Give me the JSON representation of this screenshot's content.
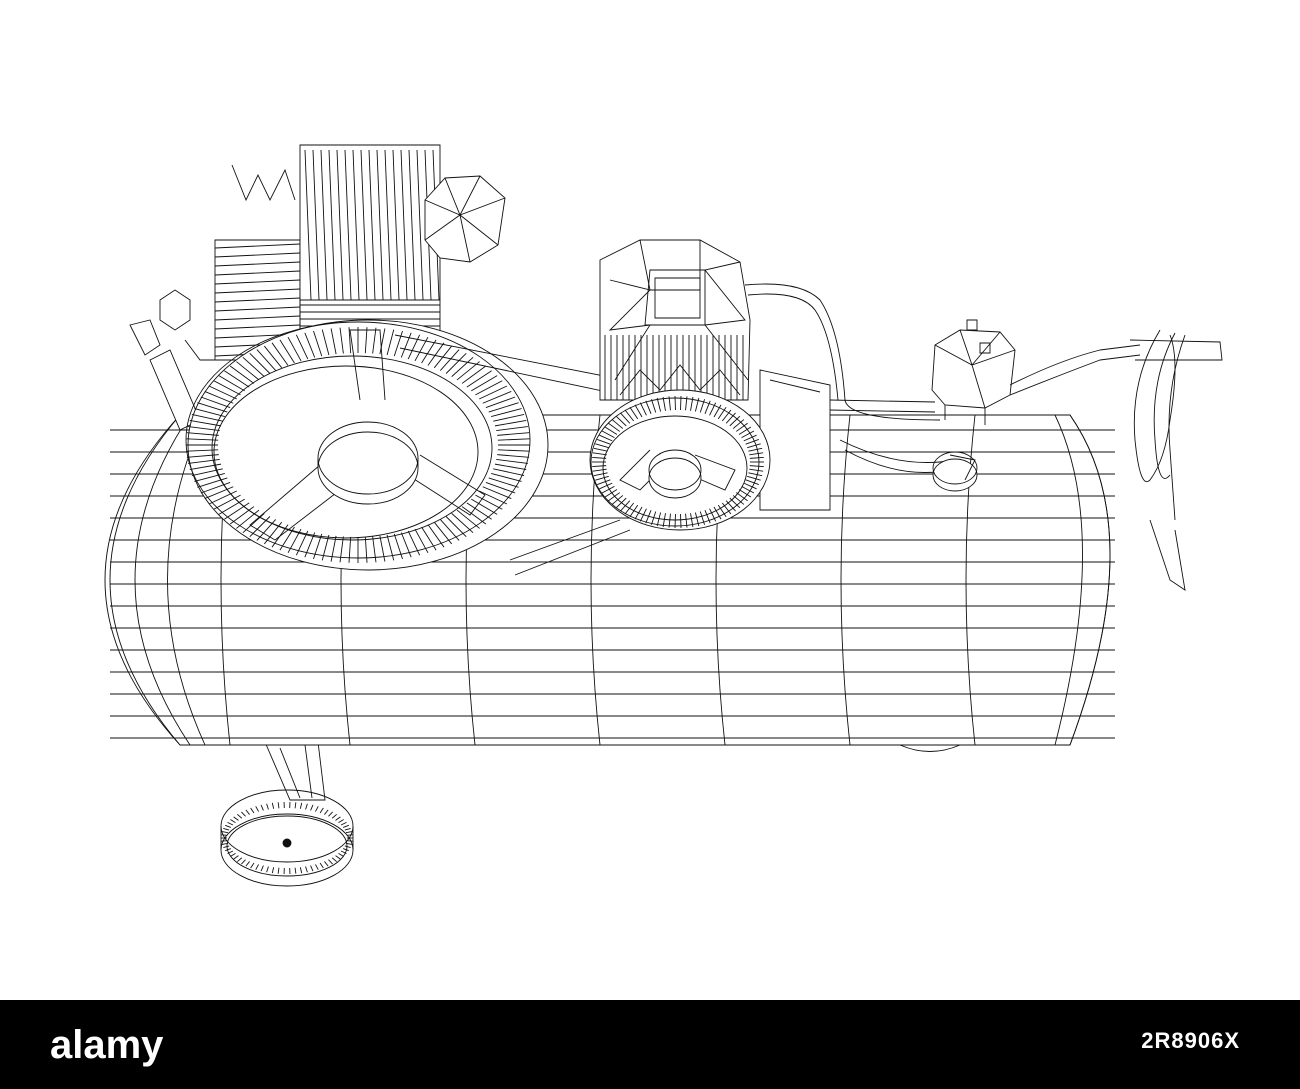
{
  "image": {
    "subject": "compressor-wireframe",
    "line_color": "#111111",
    "background_color": "#ffffff"
  },
  "watermark": {
    "text": "alamy"
  },
  "footer": {
    "brand_text": "alamy",
    "image_id": "2R8906X",
    "background_color": "#000000",
    "text_color": "#ffffff"
  }
}
